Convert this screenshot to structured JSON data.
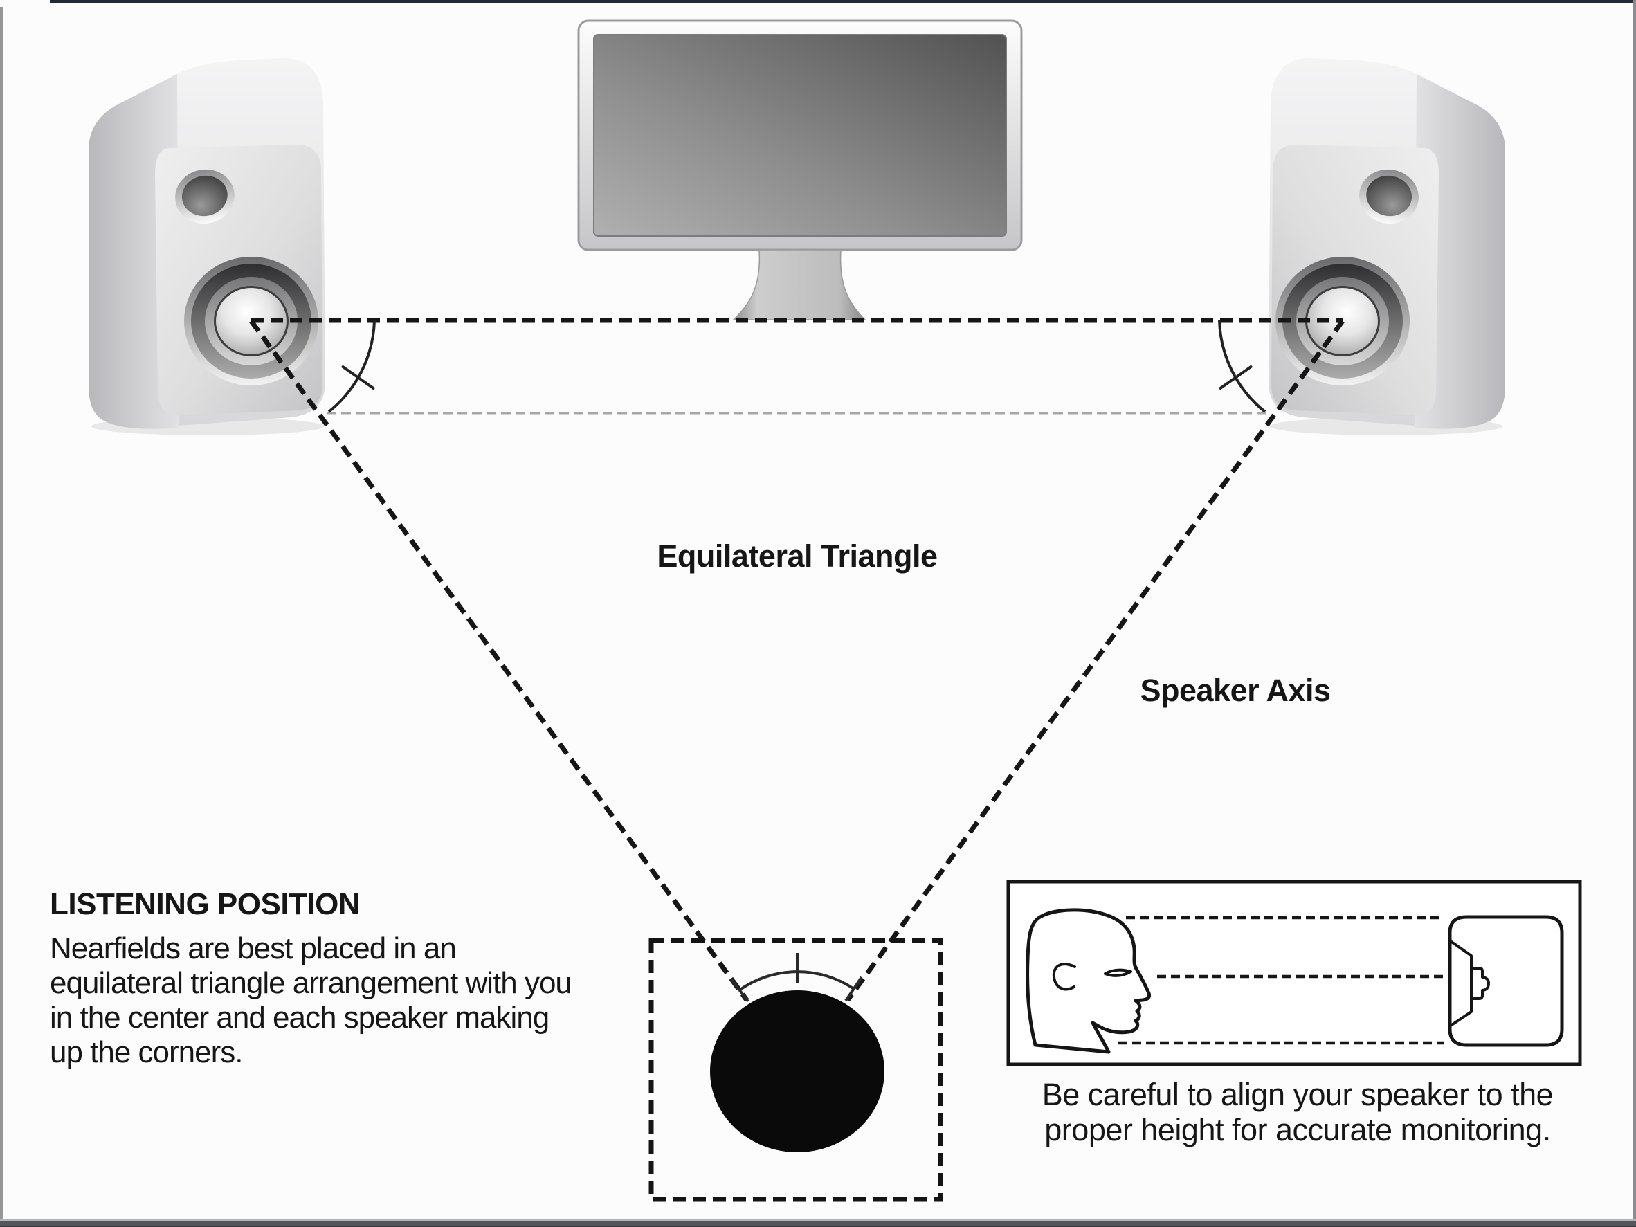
{
  "diagram": {
    "triangle_label": "Equilateral Triangle",
    "axis_label": "Speaker Axis"
  },
  "listening_position": {
    "heading": "LISTENING POSITION",
    "lines": [
      "Nearfields are best placed in an",
      "equilateral triangle arrangement with you",
      "in the center and each speaker making",
      "up the corners."
    ]
  },
  "inset": {
    "caption_lines": [
      "Be careful to align your speaker to the",
      "proper height for accurate monitoring."
    ]
  },
  "icons": {
    "left_speaker": "studio-monitor-speaker",
    "right_speaker": "studio-monitor-speaker",
    "monitor": "computer-display",
    "listener_head_top": "head-top-view",
    "head_profile": "head-profile-side-view",
    "speaker_side": "speaker-side-view"
  },
  "colors": {
    "ink": "#161616",
    "dash": "#161616",
    "dash-light": "#a6a6a6",
    "page-bg": "#fcfcfc",
    "bottom-bar": "#55555d",
    "head-fill": "#0a0a0a"
  }
}
